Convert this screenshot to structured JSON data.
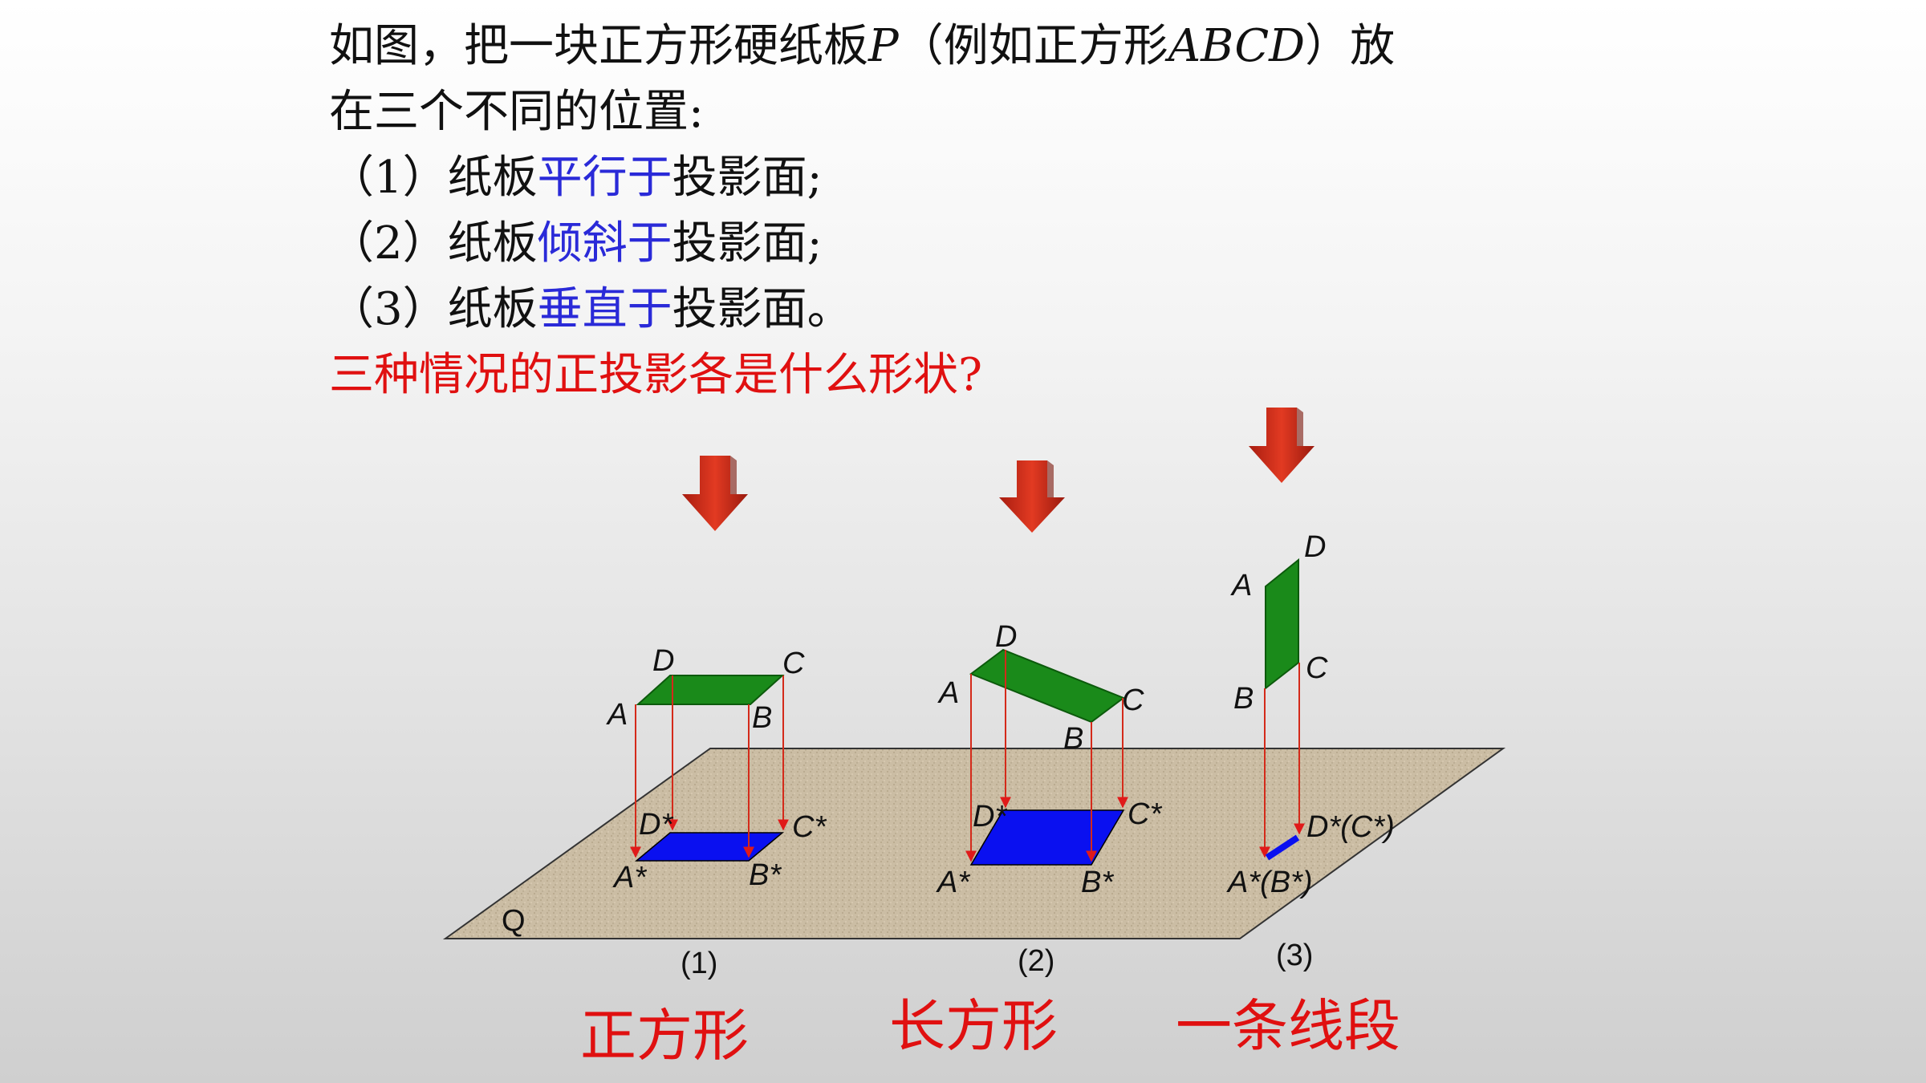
{
  "intro": {
    "line1_a": "如图，把一块正方形硬纸板",
    "line1_p": "P",
    "line1_b": "（例如正方形",
    "line1_abcd": "ABCD",
    "line1_c": "）放",
    "line2": "在三个不同的位置:"
  },
  "cases": [
    {
      "prefix": "（1）纸板",
      "keyword": "平行于",
      "suffix": "投影面;"
    },
    {
      "prefix": "（2）纸板",
      "keyword": "倾斜于",
      "suffix": "投影面;"
    },
    {
      "prefix": "（3）纸板",
      "keyword": "垂直于",
      "suffix": "投影面。"
    }
  ],
  "question": "三种情况的正投影各是什么形状?",
  "plane_label": "Q",
  "figure_labels": {
    "f1": {
      "A": "A",
      "B": "B",
      "C": "C",
      "D": "D",
      "As": "A*",
      "Bs": "B*",
      "Cs": "C*",
      "Ds": "D*"
    },
    "f2": {
      "A": "A",
      "B": "B",
      "C": "C",
      "D": "D",
      "As": "A*",
      "Bs": "B*",
      "Cs": "C*",
      "Ds": "D*"
    },
    "f3": {
      "A": "A",
      "B": "B",
      "C": "C",
      "D": "D",
      "ABs": "A*(B*)",
      "DCs": "D*(C*)"
    }
  },
  "figure_numbers": [
    "(1)",
    "(2)",
    "(3)"
  ],
  "answers": [
    "正方形",
    "长方形",
    "一条线段"
  ],
  "colors": {
    "board": "#1a8a1a",
    "shadow": "#0a10f0",
    "arrow": "#d42a1a",
    "plane": "#cdbfa6",
    "answer": "#e01010",
    "keyword": "#2a2ad8"
  }
}
